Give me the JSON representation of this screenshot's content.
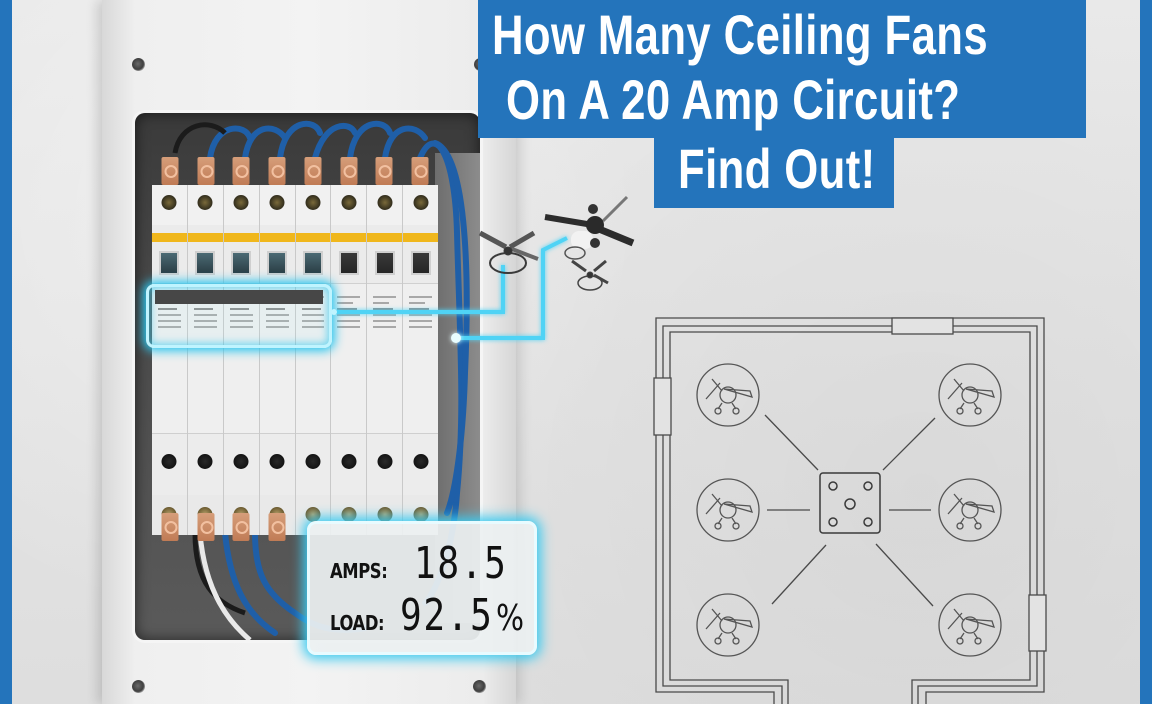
{
  "title": {
    "lines": [
      "How Many Ceiling Fans",
      "On A 20 Amp Circuit?",
      "Find Out!"
    ],
    "background_color": "#2474bb",
    "text_color": "#ffffff"
  },
  "frame": {
    "accent_color": "#2474bb"
  },
  "meter": {
    "amps_label": "AMPS:",
    "amps_value": "18.5",
    "load_label": "LOAD:",
    "load_value": "92.5",
    "load_unit": "%",
    "glow_color": "#3ccbf0"
  },
  "breaker_panel": {
    "breaker_count": 8,
    "toggles": [
      "on",
      "on",
      "on",
      "on",
      "on",
      "off",
      "off",
      "off"
    ],
    "lower_lug_count": 4,
    "highlighted_breakers": 5
  },
  "floorplan": {
    "fan_count": 6,
    "center_box": "junction-box"
  },
  "icons": {
    "ceiling_fans_cluster": "ceiling-fan-icon",
    "floorplan_fan": "ceiling-fan-symbol-icon",
    "junction_box": "junction-box-icon"
  }
}
